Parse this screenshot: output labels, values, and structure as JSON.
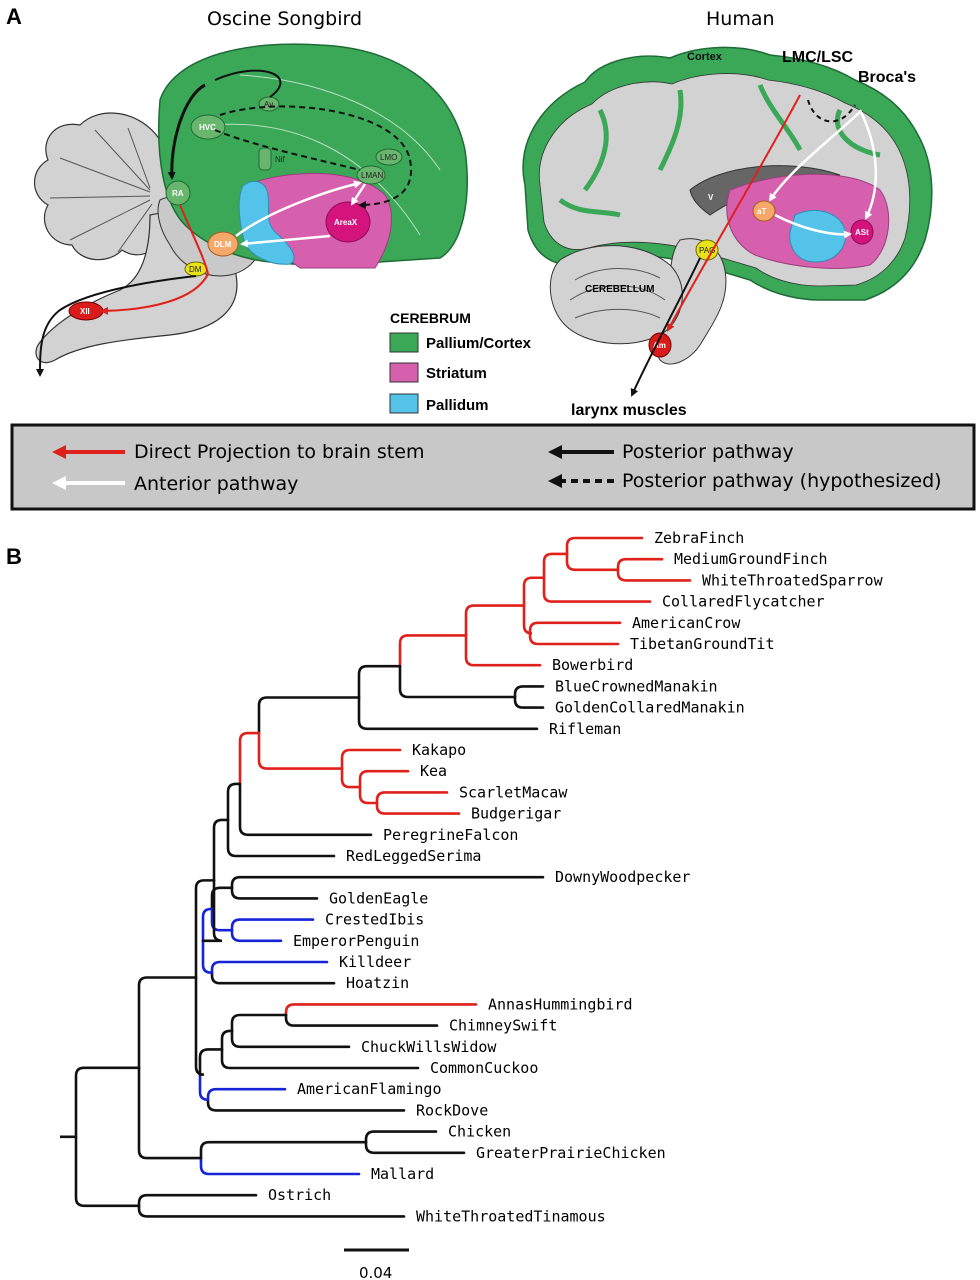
{
  "panel_a": {
    "letter": "A",
    "songbird_title": "Oscine Songbird",
    "human_title": "Human",
    "songbird_labels": {
      "hvc": "HVC",
      "av": "Av",
      "nif": "Nif",
      "lmo": "LMO",
      "lman": "LMAN",
      "ra": "RA",
      "areax": "AreaX",
      "dlm": "DLM",
      "dm": "DM",
      "xii": "XII"
    },
    "human_labels": {
      "cortex": "Cortex",
      "lmc_lsc": "LMC/LSC",
      "brocas": "Broca's",
      "v": "V",
      "at": "aT",
      "ast": "ASt",
      "pag": "PAG",
      "cerebellum": "CEREBELLUM",
      "am": "Am",
      "larynx": "larynx muscles"
    },
    "cerebrum_legend": {
      "title": "CEREBRUM",
      "items": [
        {
          "label": "Pallium/Cortex",
          "color": "#3aa857"
        },
        {
          "label": "Striatum",
          "color": "#d65fae"
        },
        {
          "label": "Pallidum",
          "color": "#53c3ea"
        }
      ]
    },
    "pathway_legend": [
      {
        "label": "Direct Projection to brain stem",
        "style": "red-arrow"
      },
      {
        "label": "Anterior pathway",
        "style": "white-arrow"
      },
      {
        "label": "Posterior pathway",
        "style": "black-arrow"
      },
      {
        "label": "Posterior pathway (hypothesized)",
        "style": "dashed-arrow"
      }
    ]
  },
  "panel_b": {
    "letter": "B",
    "scale_label": "0.04",
    "colors": {
      "vocal_learner": "#e0201b",
      "other": "#111111",
      "blue": "#1424d6"
    },
    "tree": {
      "leaves": [
        {
          "name": "ZebraFinch",
          "lineage": "red"
        },
        {
          "name": "MediumGroundFinch",
          "lineage": "red"
        },
        {
          "name": "WhiteThroatedSparrow",
          "lineage": "red"
        },
        {
          "name": "CollaredFlycatcher",
          "lineage": "red"
        },
        {
          "name": "AmericanCrow",
          "lineage": "red"
        },
        {
          "name": "TibetanGroundTit",
          "lineage": "red"
        },
        {
          "name": "Bowerbird",
          "lineage": "red"
        },
        {
          "name": "BlueCrownedManakin",
          "lineage": "black"
        },
        {
          "name": "GoldenCollaredManakin",
          "lineage": "black"
        },
        {
          "name": "Rifleman",
          "lineage": "black"
        },
        {
          "name": "Kakapo",
          "lineage": "red"
        },
        {
          "name": "Kea",
          "lineage": "red"
        },
        {
          "name": "ScarletMacaw",
          "lineage": "red"
        },
        {
          "name": "Budgerigar",
          "lineage": "red"
        },
        {
          "name": "PeregrineFalcon",
          "lineage": "black"
        },
        {
          "name": "RedLeggedSerima",
          "lineage": "black"
        },
        {
          "name": "DownyWoodpecker",
          "lineage": "black"
        },
        {
          "name": "GoldenEagle",
          "lineage": "black"
        },
        {
          "name": "CrestedIbis",
          "lineage": "blue"
        },
        {
          "name": "EmperorPenguin",
          "lineage": "blue"
        },
        {
          "name": "Killdeer",
          "lineage": "blue"
        },
        {
          "name": "Hoatzin",
          "lineage": "black"
        },
        {
          "name": "AnnasHummingbird",
          "lineage": "red"
        },
        {
          "name": "ChimneySwift",
          "lineage": "black"
        },
        {
          "name": "ChuckWillsWidow",
          "lineage": "black"
        },
        {
          "name": "CommonCuckoo",
          "lineage": "black"
        },
        {
          "name": "AmericanFlamingo",
          "lineage": "blue"
        },
        {
          "name": "RockDove",
          "lineage": "black"
        },
        {
          "name": "Chicken",
          "lineage": "black"
        },
        {
          "name": "GreaterPrairieChicken",
          "lineage": "black"
        },
        {
          "name": "Mallard",
          "lineage": "blue"
        },
        {
          "name": "Ostrich",
          "lineage": "black"
        },
        {
          "name": "WhiteThroatedTinamous",
          "lineage": "black"
        }
      ]
    }
  }
}
